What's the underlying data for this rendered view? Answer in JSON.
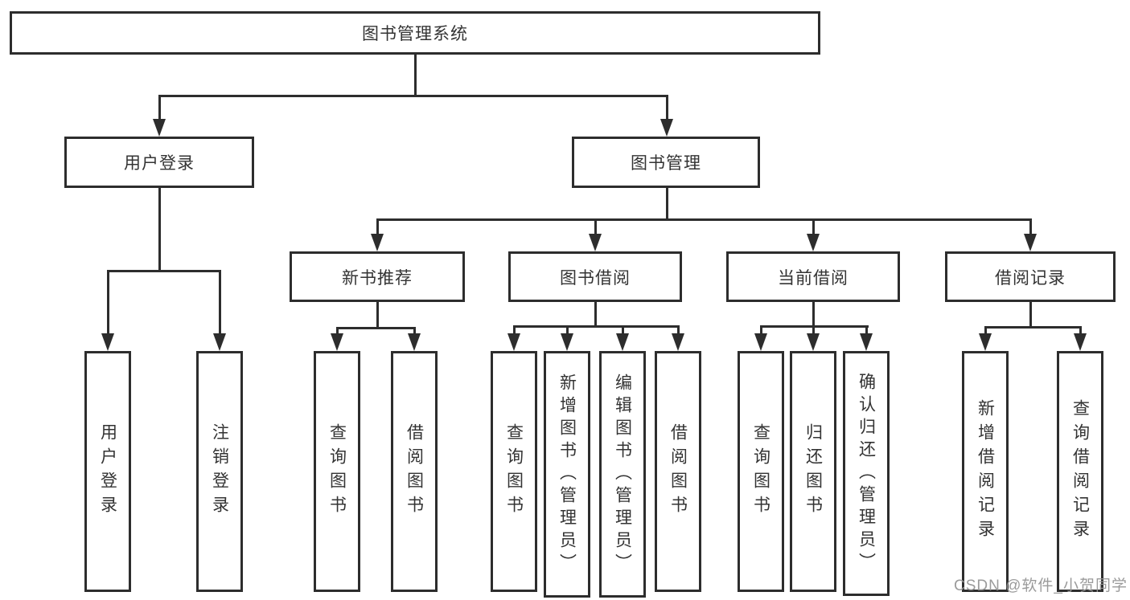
{
  "tree": {
    "root": {
      "label": "图书管理系统",
      "children": [
        {
          "label": "用户登录",
          "children": [
            {
              "label": "用户登录"
            },
            {
              "label": "注销登录"
            }
          ]
        },
        {
          "label": "图书管理",
          "children": [
            {
              "label": "新书推荐",
              "children": [
                {
                  "label": "查询图书"
                },
                {
                  "label": "借阅图书"
                }
              ]
            },
            {
              "label": "图书借阅",
              "children": [
                {
                  "label": "查询图书"
                },
                {
                  "label": "新增图书（管理员）"
                },
                {
                  "label": "编辑图书（管理员）"
                },
                {
                  "label": "借阅图书"
                }
              ]
            },
            {
              "label": "当前借阅",
              "children": [
                {
                  "label": "查询图书"
                },
                {
                  "label": "归还图书"
                },
                {
                  "label": "确认归还（管理员）"
                }
              ]
            },
            {
              "label": "借阅记录",
              "children": [
                {
                  "label": "新增借阅记录"
                },
                {
                  "label": "查询借阅记录"
                }
              ]
            }
          ]
        }
      ]
    }
  },
  "watermark": "CSDN @软件_小贺同学",
  "colors": {
    "line": "#2d2d2d",
    "text": "#333333",
    "watermark": "#969696",
    "background": "#ffffff"
  }
}
